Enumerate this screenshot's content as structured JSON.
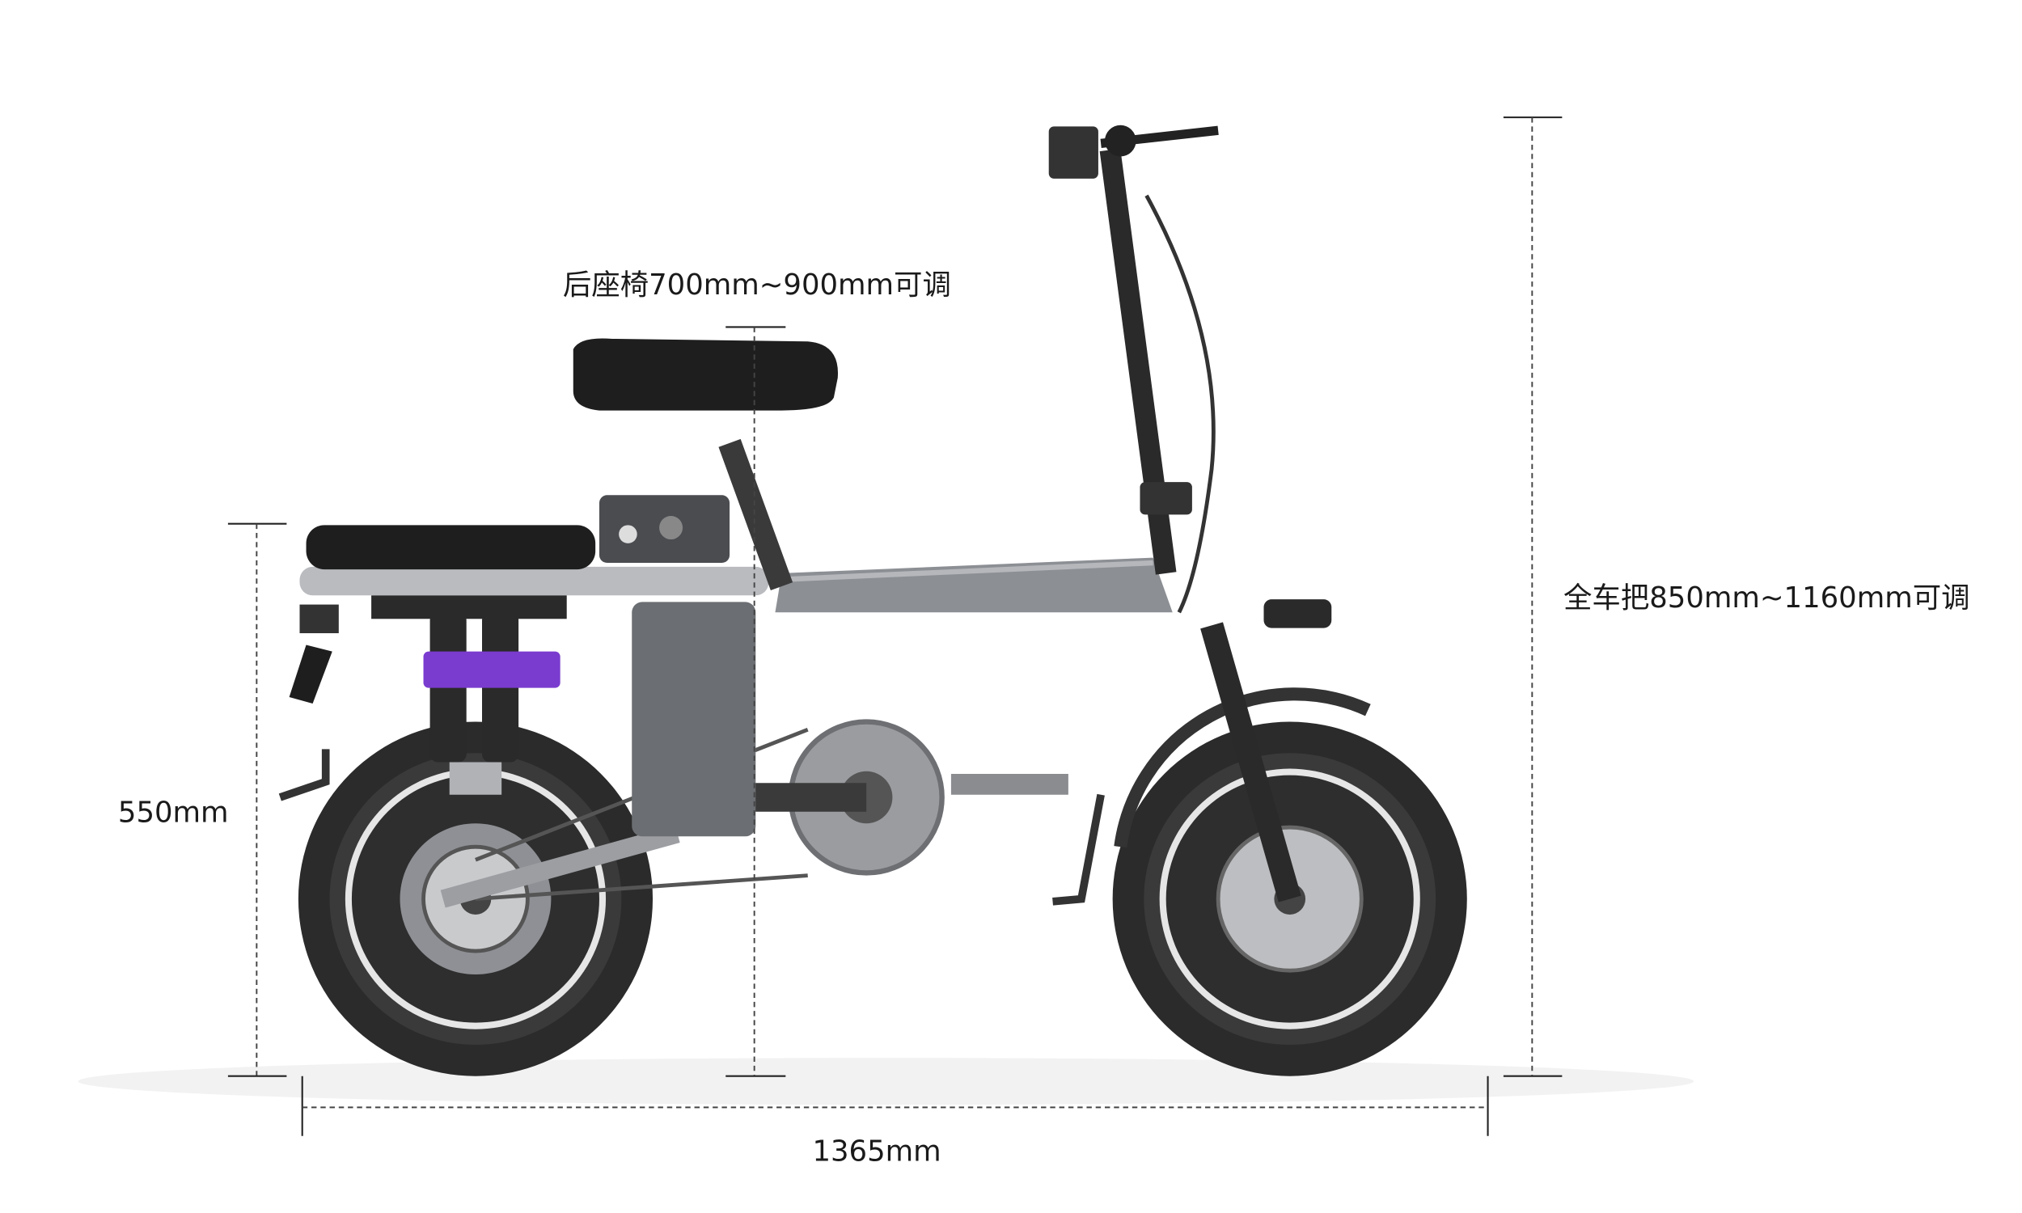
{
  "annotations": {
    "rear_seat": "后座椅700mm~900mm可调",
    "handlebar": "全车把850mm~1160mm可调",
    "rear_seat_height": "550mm",
    "length": "1365mm"
  },
  "colors": {
    "frame": "#8c8f94",
    "tire": "#2b2b2b",
    "seat": "#1e1e1e",
    "shock_accent": "#7a3ccf"
  }
}
